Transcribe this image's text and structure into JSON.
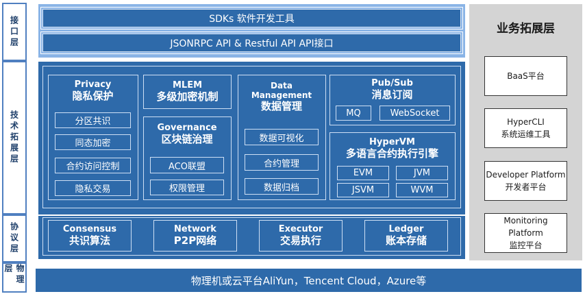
{
  "layers": {
    "interface": "接口层",
    "technology": "技术拓展层",
    "protocol": "协议层",
    "physical": "物理层"
  },
  "interface": {
    "sdk": "SDKs 软件开发工具",
    "api": "JSONRPC API & Restful API  API接口"
  },
  "privacy": {
    "title_en": "Privacy",
    "title_cn": "隐私保护",
    "items": [
      "分区共识",
      "同态加密",
      "合约访问控制",
      "隐私交易"
    ]
  },
  "mlem": {
    "title_en": "MLEM",
    "title_cn": "多级加密机制"
  },
  "governance": {
    "title_en": "Governance",
    "title_cn": "区块链治理",
    "items": [
      "ACO联盟",
      "权限管理"
    ]
  },
  "data_management": {
    "title_en_1": "Data",
    "title_en_2": "Management",
    "title_cn": "数据管理",
    "items": [
      "数据可视化",
      "合约管理",
      "数据归档"
    ]
  },
  "pubsub": {
    "title_en": "Pub/Sub",
    "title_cn": "消息订阅",
    "items": [
      "MQ",
      "WebSocket"
    ]
  },
  "hypervm": {
    "title_en": "HyperVM",
    "title_cn": "多语言合约执行引擎",
    "items": [
      "EVM",
      "JVM",
      "JSVM",
      "WVM"
    ]
  },
  "protocol": [
    {
      "en": "Consensus",
      "cn": "共识算法"
    },
    {
      "en": "Network",
      "cn": "P2P网络"
    },
    {
      "en": "Executor",
      "cn": "交易执行"
    },
    {
      "en": "Ledger",
      "cn": "账本存储"
    }
  ],
  "physical": {
    "label": "物理机或云平台AliYun，Tencent Cloud，Azure等"
  },
  "business": {
    "title": "业务拓展层",
    "items": [
      {
        "line1": "BaaS平台",
        "line2": ""
      },
      {
        "line1": "HyperCLI",
        "line2": "系统运维工具"
      },
      {
        "line1": "Developer Platform",
        "line2": "开发者平台"
      },
      {
        "line1": "Monitoring",
        "line2": "Platform",
        "line3": "监控平台"
      }
    ]
  },
  "colors": {
    "dark_blue": "#2e6aaa",
    "light_blue": "#8ab4e6",
    "border_light": "#cfe0f5",
    "label_border": "#4f7fc0",
    "business_gray": "#d4d4d4"
  }
}
